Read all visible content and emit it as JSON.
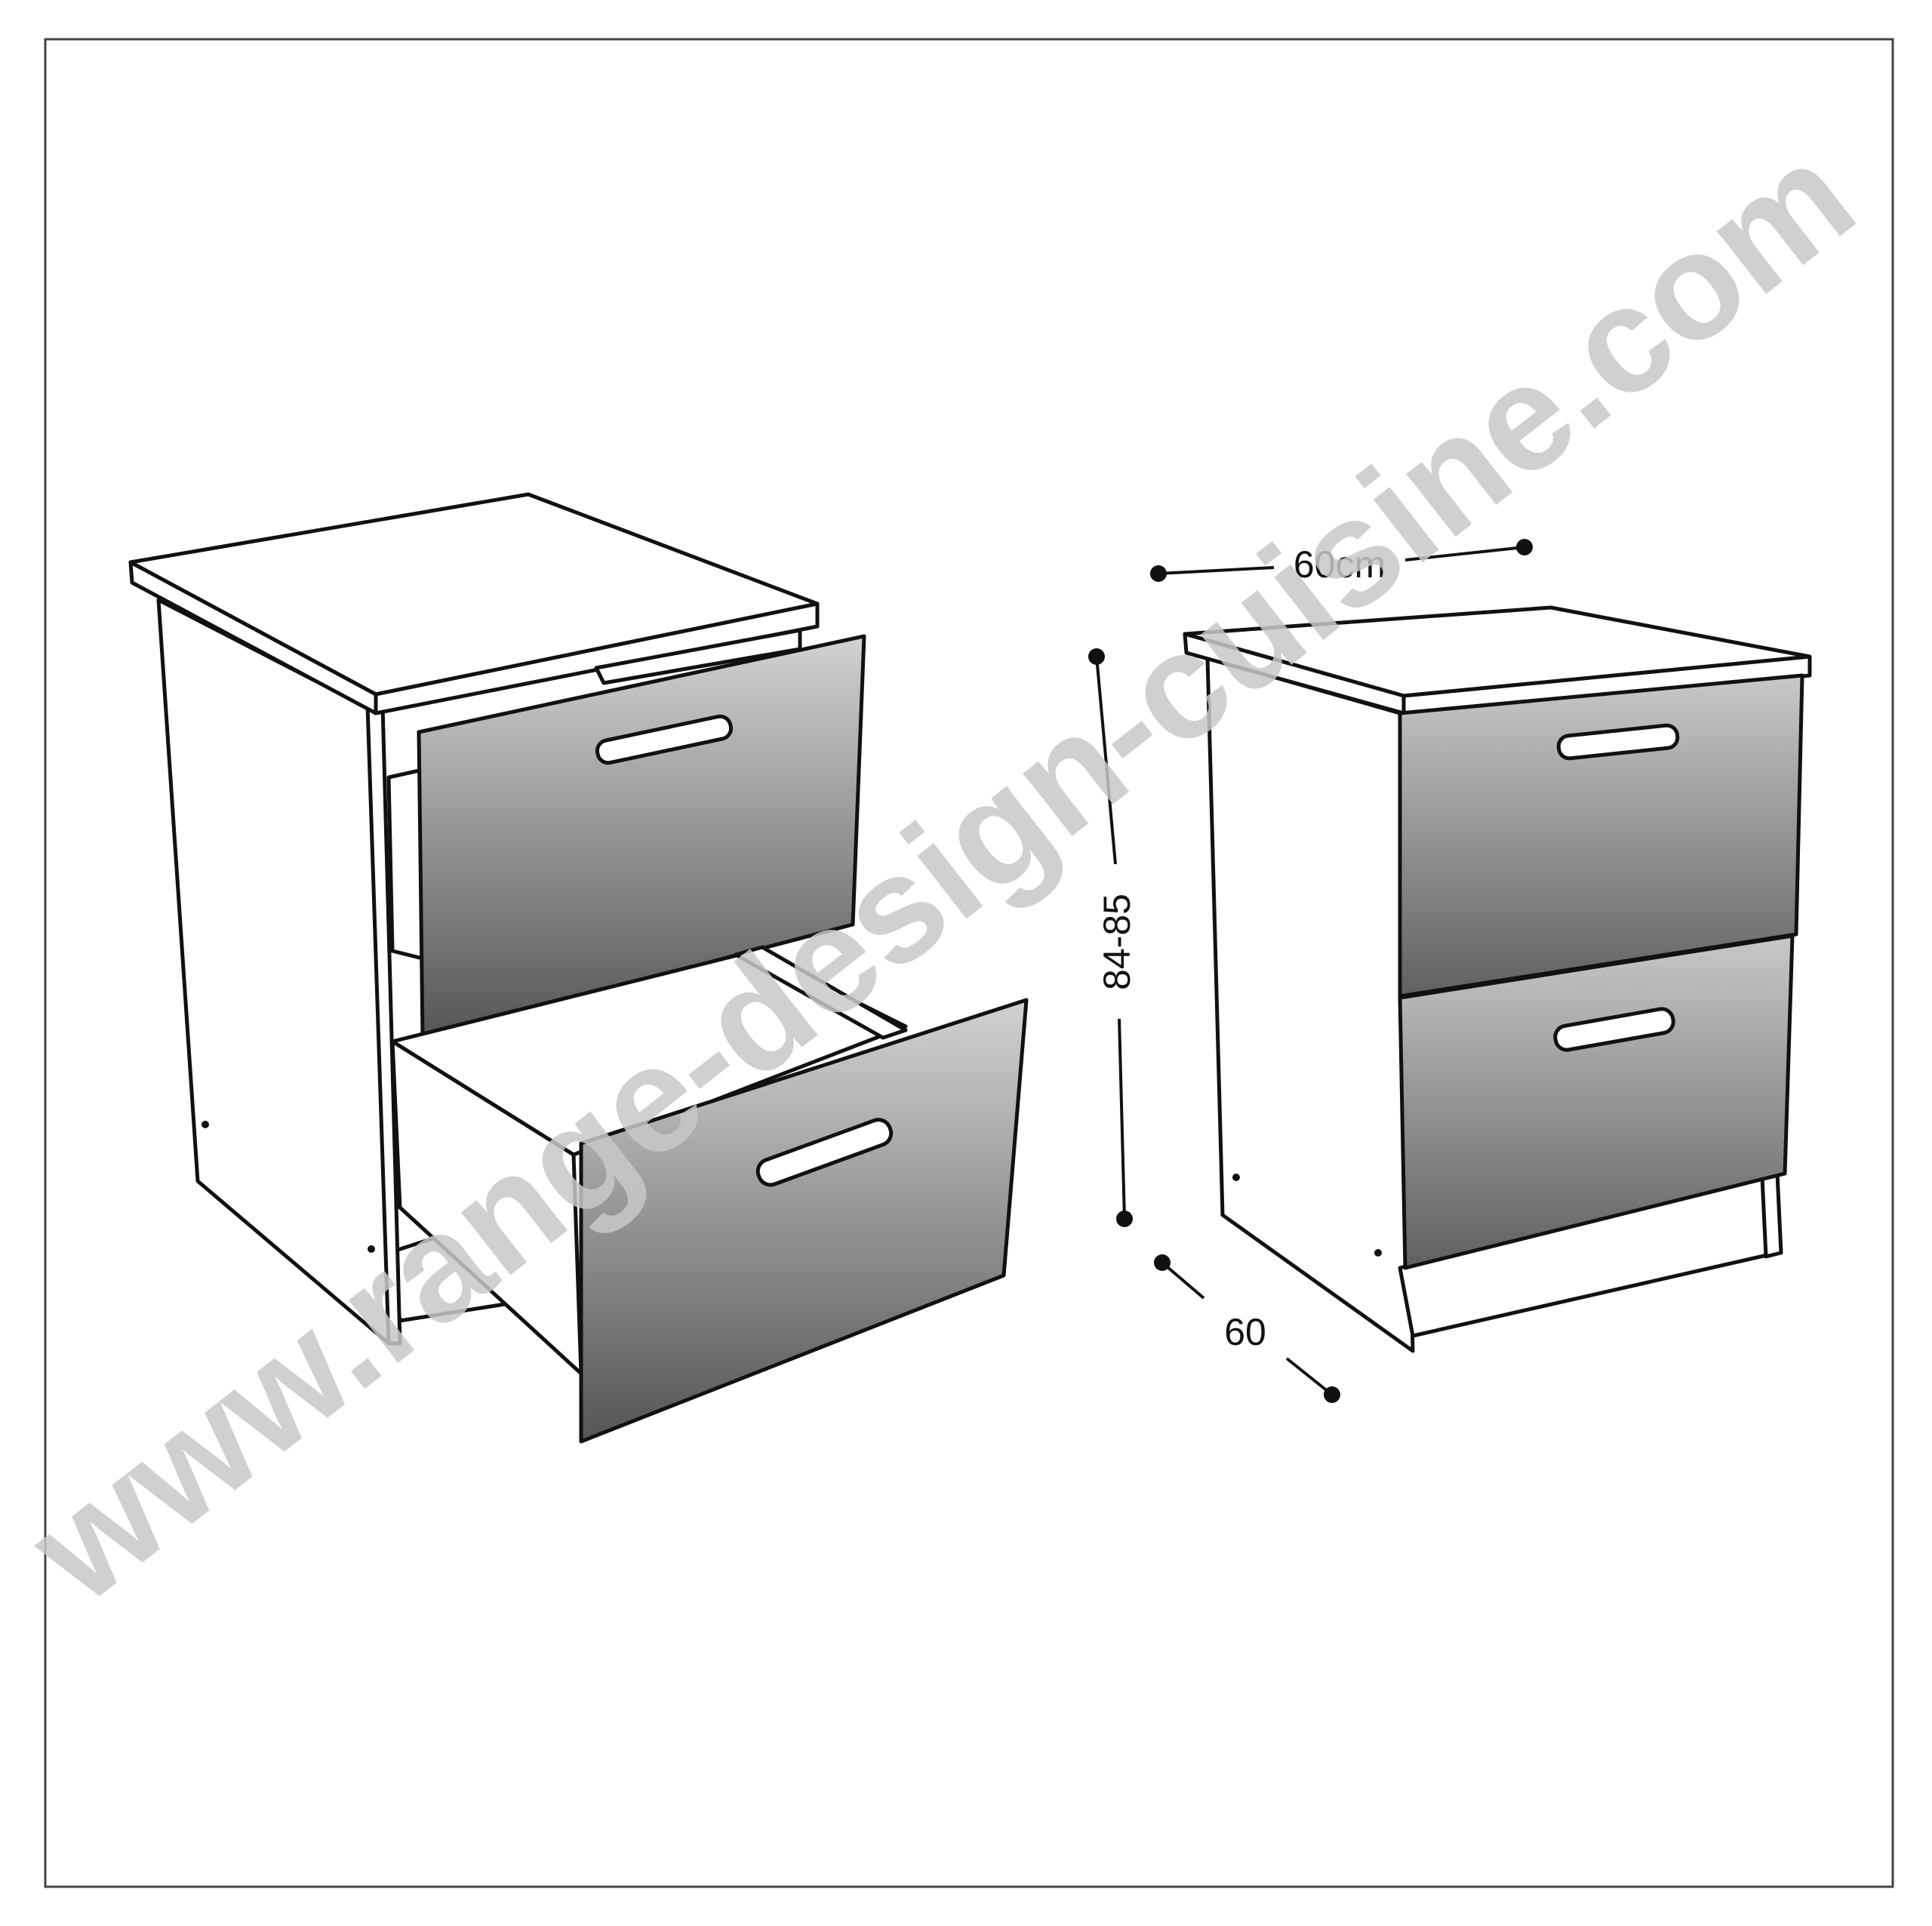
{
  "dimensions": {
    "width_label": "60cm",
    "height_label": "84-85",
    "depth_label": "60"
  },
  "watermark": {
    "text": "www.range-design-cuisine.com"
  },
  "colors": {
    "line": "#111111",
    "drawer_light": "#d2d2d2",
    "drawer_dark": "#555555",
    "watermark": "#c8c8c8"
  }
}
